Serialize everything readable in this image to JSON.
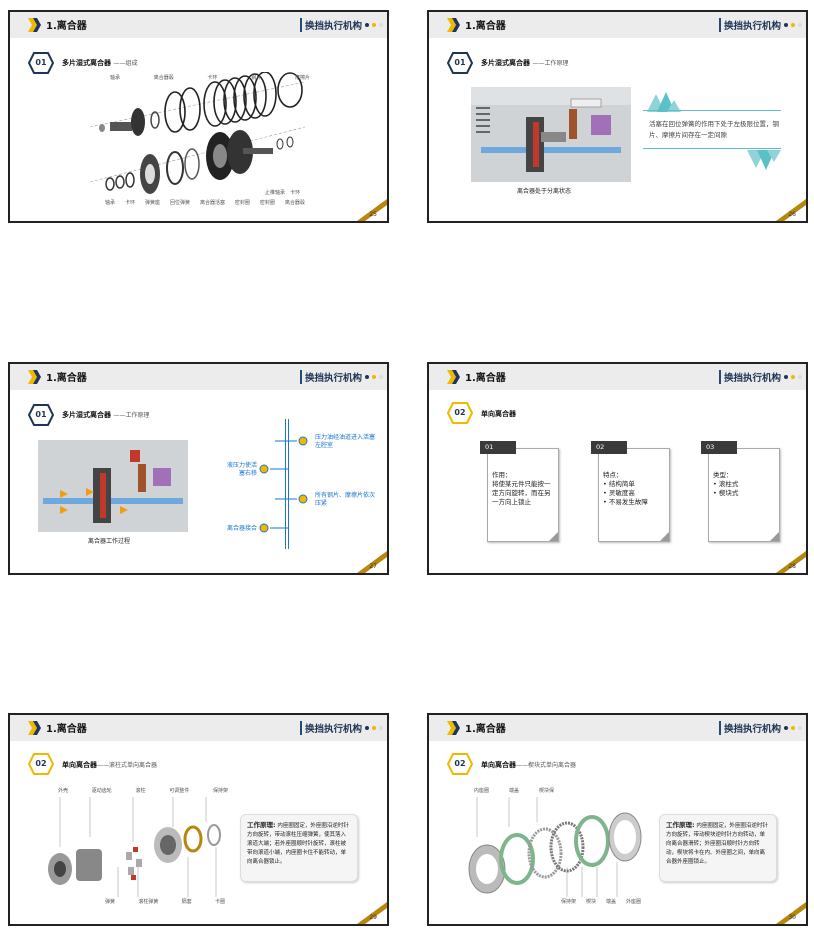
{
  "header_title": "1.离合器",
  "header_right": "换挡执行机构",
  "colors": {
    "blue": "#1f3556",
    "gold": "#f0b800",
    "accent": "#1976d2"
  },
  "slides": [
    {
      "page": "25",
      "badge": "01",
      "section": "多片湿式离合器",
      "subtitle": "——组成",
      "top_labels": [
        "轴承",
        "离合器毂",
        "卡环",
        "钢片",
        "摩擦片"
      ],
      "bottom_labels": [
        "轴承",
        "卡环",
        "弹簧座",
        "回位弹簧",
        "离合器活塞",
        "密封圈",
        "密封圈",
        "离合器毂",
        "止推轴承",
        "卡环"
      ]
    },
    {
      "page": "26",
      "badge": "01",
      "section": "多片湿式离合器",
      "subtitle": "——工作原理",
      "caption": "离合器处于分离状态",
      "description": "活塞在回位弹簧的作用下处于左极限位置，钢片、摩擦片间存在一定间隙"
    },
    {
      "page": "27",
      "badge": "01",
      "section": "多片湿式离合器",
      "subtitle": "——工作原理",
      "caption": "离合器工作过程",
      "timeline": {
        "right1": "压力油经油道进入活塞左腔室",
        "left1": "液压力使活塞右移",
        "right2": "所有钢片、摩擦片依次压紧",
        "left2": "离合器接合"
      }
    },
    {
      "page": "28",
      "badge": "02",
      "section": "单向离合器",
      "cards": [
        {
          "num": "01",
          "text": "作用：\n将使某元件只能按一定方向旋转，而在另一方向上锁止"
        },
        {
          "num": "02",
          "text": "特点：\n• 结构简单\n• 灵敏度高\n• 不易发生故障"
        },
        {
          "num": "03",
          "text": "类型：\n• 滚柱式\n• 楔块式"
        }
      ]
    },
    {
      "page": "29",
      "badge": "02",
      "section": "单向离合器",
      "subtitle": "——滚柱式单向离合器",
      "labels_top": [
        "外壳",
        "驱动齿轮",
        "滚柱",
        "可调整件",
        "保持架"
      ],
      "labels_bottom": [
        "弹簧",
        "滚柱弹簧",
        "隔套",
        "卡圈"
      ],
      "principle_title": "工作原理:",
      "principle_text": "内座圈固定，外座圈沿逆时针方向旋转，带动滚柱压缩弹簧，使其落入滚道大端；若外座圈顺时针旋转，滚柱被带向滚道小端，内座圈卡住不能转动，单向离合器锁止。"
    },
    {
      "page": "30",
      "badge": "02",
      "section": "单向离合器",
      "subtitle": "——楔块式单向离合器",
      "labels_top": [
        "内座圈",
        "端盖",
        "楔块保"
      ],
      "labels_bottom": [
        "保持架",
        "楔块",
        "端盖",
        "外座圈"
      ],
      "principle_title": "工作原理:",
      "principle_text": "内座圈固定，外座圈沿逆时针方向旋转，带动楔块逆时针方向转动，单向离合器滑转；外座圈沿顺时针方向转动，楔块将卡在内、外座圈之间，单向离合器外座圈锁止。"
    }
  ]
}
